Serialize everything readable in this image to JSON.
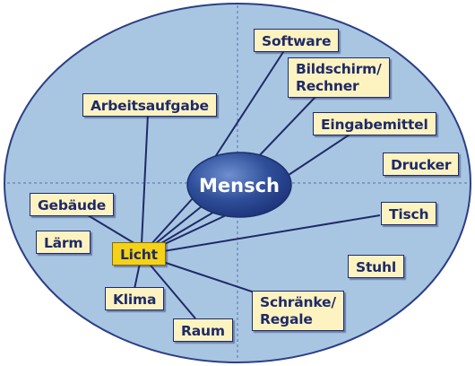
{
  "diagram": {
    "hub": "Mensch",
    "nodes": {
      "software": "Software",
      "bildschirm": "Bildschirm/\nRechner",
      "eingabemittel": "Eingabemittel",
      "drucker": "Drucker",
      "arbeitsaufgabe": "Arbeitsaufgabe",
      "gebaeude": "Gebäude",
      "laerm": "Lärm",
      "licht": "Licht",
      "tisch": "Tisch",
      "stuhl": "Stuhl",
      "klima": "Klima",
      "raum": "Raum",
      "schraenke": "Schränke/\nRegale"
    },
    "colors": {
      "ellipse_fill": "#a8c6e2",
      "ellipse_stroke": "#2c3f84",
      "hub_fill": "#2c4d96",
      "line": "#1e2a68",
      "box_fill": "#fdf3c0",
      "highlight_fill": "#f4d21a"
    }
  }
}
